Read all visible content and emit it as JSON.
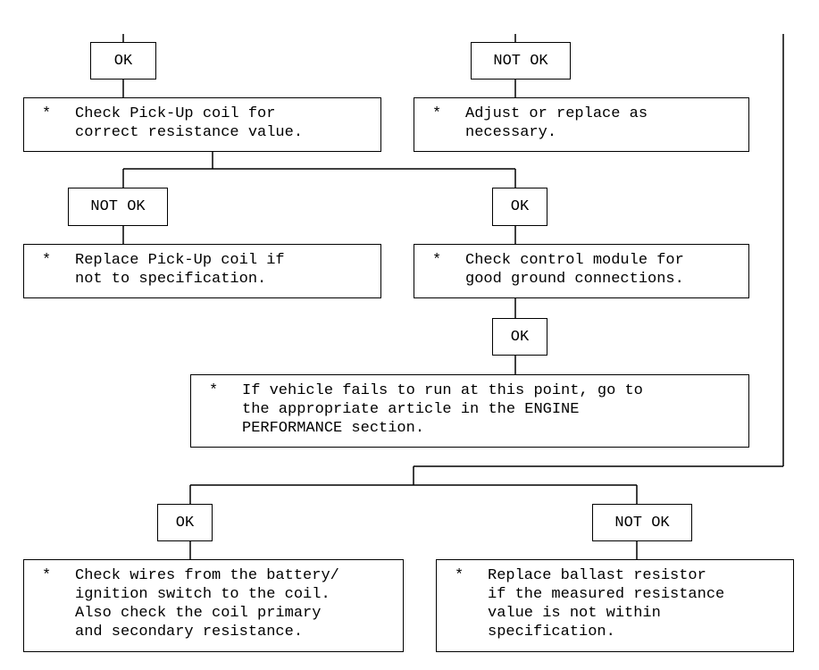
{
  "labels": {
    "ok_top": "OK",
    "notok_top": "NOT OK",
    "notok_mid": "NOT OK",
    "ok_mid": "OK",
    "ok_ground": "OK",
    "ok_bottom": "OK",
    "notok_bottom": "NOT OK"
  },
  "bullet": "*",
  "actions": {
    "check_pickup": [
      "Check Pick-Up coil for",
      "correct resistance value."
    ],
    "adjust_replace": [
      "Adjust or replace as",
      "necessary."
    ],
    "replace_pickup": [
      "Replace Pick-Up coil if",
      "not to specification."
    ],
    "check_module": [
      "Check control module for",
      "good ground connections."
    ],
    "vehicle_fails": [
      "If vehicle fails to run at this point, go to",
      "the appropriate article in the ENGINE",
      "PERFORMANCE section."
    ],
    "check_wires": [
      "Check wires from the battery/",
      "ignition switch to the coil.",
      "Also check the coil primary",
      "and secondary resistance."
    ],
    "replace_ballast": [
      "Replace ballast resistor",
      "if the measured resistance",
      "value is not within",
      "specification."
    ]
  }
}
